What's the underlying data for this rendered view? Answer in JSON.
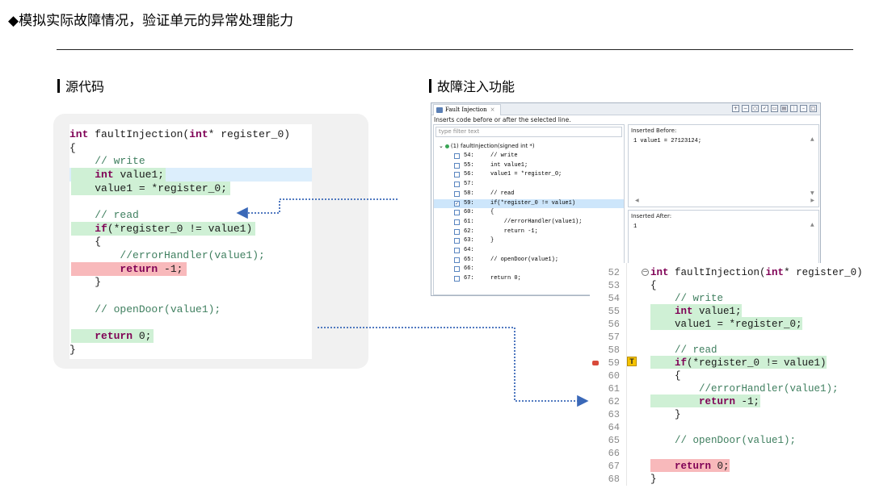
{
  "page": {
    "title": "◆模拟实际故障情况，验证单元的异常处理能力",
    "left_section": "源代码",
    "right_section": "故障注入功能"
  },
  "source_code": [
    {
      "text": "int faultInjection(int* register_0)"
    },
    {
      "text": "{"
    },
    {
      "text": "    // write"
    },
    {
      "text": "    int value1;"
    },
    {
      "text": "    value1 = *register_0;"
    },
    {
      "text": ""
    },
    {
      "text": "    // read"
    },
    {
      "text": "    if(*register_0 != value1)"
    },
    {
      "text": "    {"
    },
    {
      "text": "        //errorHandler(value1);"
    },
    {
      "text": "        return -1;"
    },
    {
      "text": "    }"
    },
    {
      "text": ""
    },
    {
      "text": "    // openDoor(value1);"
    },
    {
      "text": ""
    },
    {
      "text": "    return 0;"
    },
    {
      "text": "}"
    }
  ],
  "fault_window": {
    "tab_label": "Fault Injection",
    "tab_close": "×",
    "description": "Inserts code before or after the selected line.",
    "filter_placeholder": "type filter text",
    "root_label": "(1) faultInjection(signed int *)",
    "tree_rows": [
      {
        "checkbox": false,
        "line": "54:",
        "code": "// write"
      },
      {
        "checkbox": true,
        "line": "55:",
        "code": "int value1;"
      },
      {
        "checkbox": true,
        "line": "56:",
        "code": "value1 = *register_0;"
      },
      {
        "checkbox": false,
        "line": "57:",
        "code": ""
      },
      {
        "checkbox": false,
        "line": "58:",
        "code": "// read"
      },
      {
        "checkbox": true,
        "line": "59:",
        "code": "if(*register_0 != value1)",
        "checked": true,
        "selected": true
      },
      {
        "checkbox": true,
        "line": "60:",
        "code": "{"
      },
      {
        "checkbox": false,
        "line": "61:",
        "code": "    //errorHandler(value1);"
      },
      {
        "checkbox": true,
        "line": "62:",
        "code": "    return -1;"
      },
      {
        "checkbox": true,
        "line": "63:",
        "code": "}"
      },
      {
        "checkbox": false,
        "line": "64:",
        "code": ""
      },
      {
        "checkbox": false,
        "line": "65:",
        "code": "// openDoor(value1);"
      },
      {
        "checkbox": false,
        "line": "66:",
        "code": ""
      },
      {
        "checkbox": true,
        "line": "67:",
        "code": "return 0;"
      }
    ],
    "inserted_before_label": "Inserted Before:",
    "inserted_before_text": "1 value1 = 27123124;",
    "inserted_after_label": "Inserted After:",
    "inserted_after_text": "1"
  },
  "editor": {
    "badge": "T",
    "fold": "−",
    "lines": [
      {
        "num": "52",
        "text": "int faultInjection(int* register_0)"
      },
      {
        "num": "53",
        "text": "{"
      },
      {
        "num": "54",
        "text": "    // write"
      },
      {
        "num": "55",
        "text": "    int value1;"
      },
      {
        "num": "56",
        "text": "    value1 = *register_0;"
      },
      {
        "num": "57",
        "text": ""
      },
      {
        "num": "58",
        "text": "    // read"
      },
      {
        "num": "59",
        "text": "    if(*register_0 != value1)"
      },
      {
        "num": "60",
        "text": "    {"
      },
      {
        "num": "61",
        "text": "        //errorHandler(value1);"
      },
      {
        "num": "62",
        "text": "        return -1;"
      },
      {
        "num": "63",
        "text": "    }"
      },
      {
        "num": "64",
        "text": ""
      },
      {
        "num": "65",
        "text": "    // openDoor(value1);"
      },
      {
        "num": "66",
        "text": ""
      },
      {
        "num": "67",
        "text": "    return 0;"
      },
      {
        "num": "68",
        "text": "}"
      }
    ]
  },
  "colors": {
    "highlight_green": "#cff0d5",
    "highlight_red": "#f8b9bb",
    "highlight_blue": "#dceefc",
    "keyword": "#7f0055",
    "comment": "#3f7f5f",
    "arrow": "#3a68b8"
  }
}
